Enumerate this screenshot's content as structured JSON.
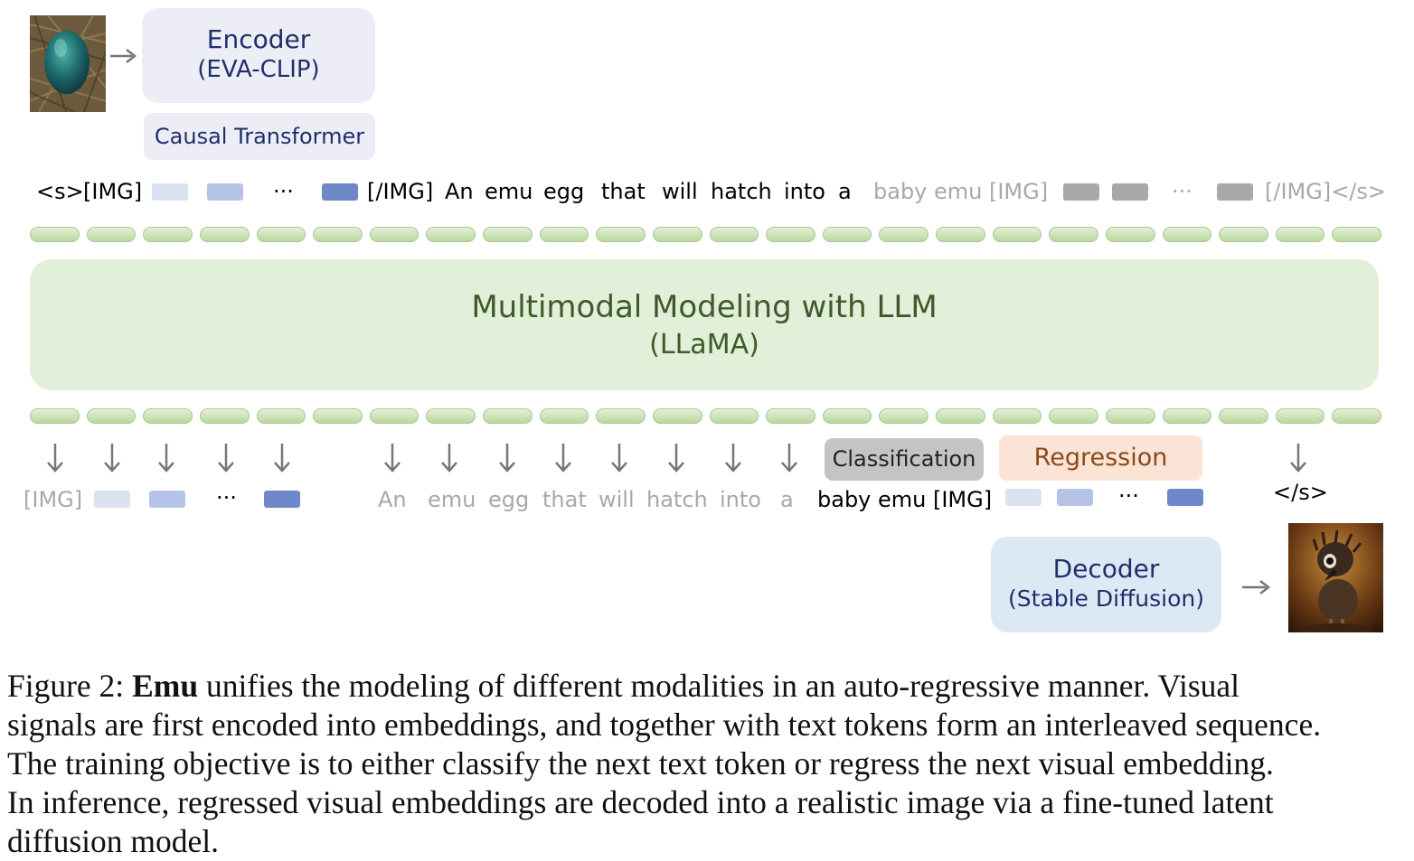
{
  "encoder": {
    "title": "Encoder",
    "subtitle": "(EVA-CLIP)"
  },
  "causal_transformer": "Causal Transformer",
  "llm": {
    "title": "Multimodal Modeling with LLM",
    "subtitle": "(LLaMA)"
  },
  "decoder": {
    "title": "Decoder",
    "subtitle": "(Stable Diffusion)"
  },
  "input_tokens": {
    "start": "<s>",
    "img_open": "[IMG]",
    "ellipsis": "···",
    "img_close": "[/IMG]",
    "words": [
      "An",
      "emu",
      "egg",
      "that",
      "will",
      "hatch",
      "into",
      "a"
    ],
    "gray_text": "baby emu [IMG]",
    "gray_ellipsis": "···",
    "gray_end": "[/IMG]</s>"
  },
  "output_tokens": {
    "img": "[IMG]",
    "ellipsis": "···",
    "gray_words": [
      "An",
      "emu",
      "egg",
      "that",
      "will",
      "hatch",
      "into",
      "a"
    ],
    "target_text": "baby emu [IMG]",
    "ellipsis2": "···",
    "end": "</s>"
  },
  "heads": {
    "classification": "Classification",
    "regression": "Regression"
  },
  "colors": {
    "img_light": "#dbe3f1",
    "img_mid": "#b4c3e6",
    "img_dark": "#6f88c9",
    "gray_token": "#a8a8a8",
    "llm_bg": "#e2efd9",
    "llm_text": "#3d5a2a",
    "encoder_bg": "#ededf6",
    "decoder_bg": "#dce9f4",
    "label_blue": "#1f2f6b",
    "classification_bg": "#c4c4c4",
    "regression_bg": "#fbe4d5",
    "regression_text": "#8a4a1c"
  },
  "caption": {
    "label": "Figure 2:",
    "bold": "Emu",
    "line1": "unifies the modeling of different modalities in an auto-regressive manner. Visual",
    "line2": "signals are first encoded into embeddings, and together with text tokens form an interleaved sequence.",
    "line3": "The training objective is to either classify the next text token or regress the next visual embedding.",
    "line4": "In inference, regressed visual embeddings are decoded into a realistic image via a fine-tuned latent",
    "line5": "diffusion model."
  }
}
